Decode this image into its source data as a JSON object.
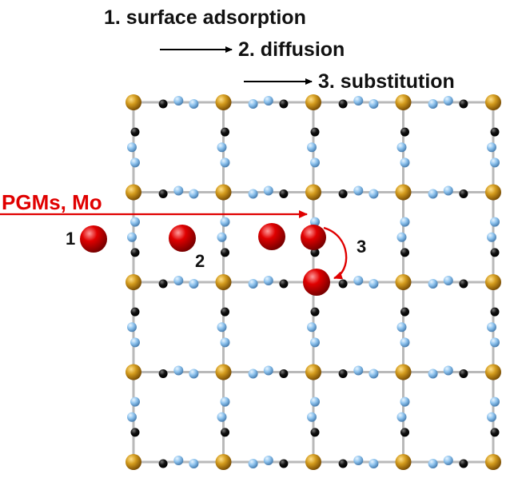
{
  "steps": {
    "step1": "1. surface adsorption",
    "step2": "2. diffusion",
    "step3": "3. substitution"
  },
  "incoming_species": "PGMs, Mo",
  "position_labels": {
    "p1": "1",
    "p2": "2",
    "p3": "3"
  },
  "lattice": {
    "rows": 5,
    "cols": 5
  },
  "colors": {
    "metal_node": "#c8890f",
    "light_atom": "#8ec3ee",
    "dark_atom": "#111111",
    "bond": "#b9b9b9",
    "adatom": "#e00000",
    "arrow_red": "#e00000",
    "arrow_black": "#000000"
  }
}
